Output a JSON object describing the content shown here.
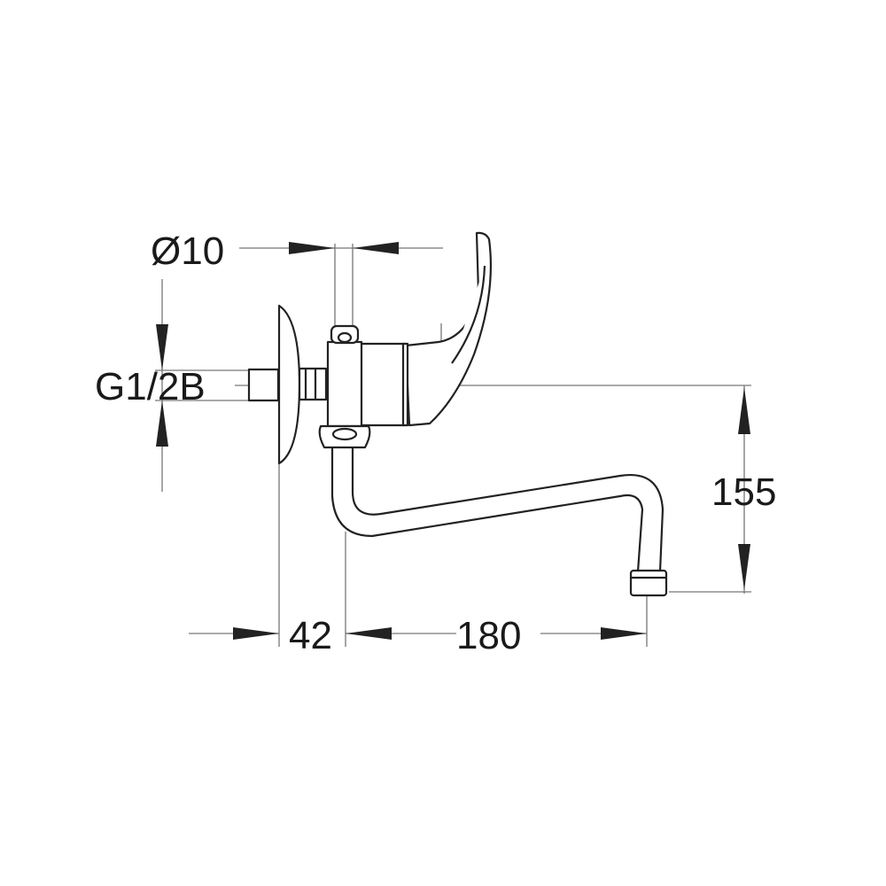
{
  "drawing": {
    "title": "Wall-mounted single-lever faucet dimension drawing",
    "dimensions": {
      "stem_diameter": "Ø10",
      "thread": "G1/2B",
      "spout_height": "155",
      "wall_offset": "42",
      "spout_reach": "180"
    },
    "line_color": "#222222",
    "background": "#ffffff"
  }
}
